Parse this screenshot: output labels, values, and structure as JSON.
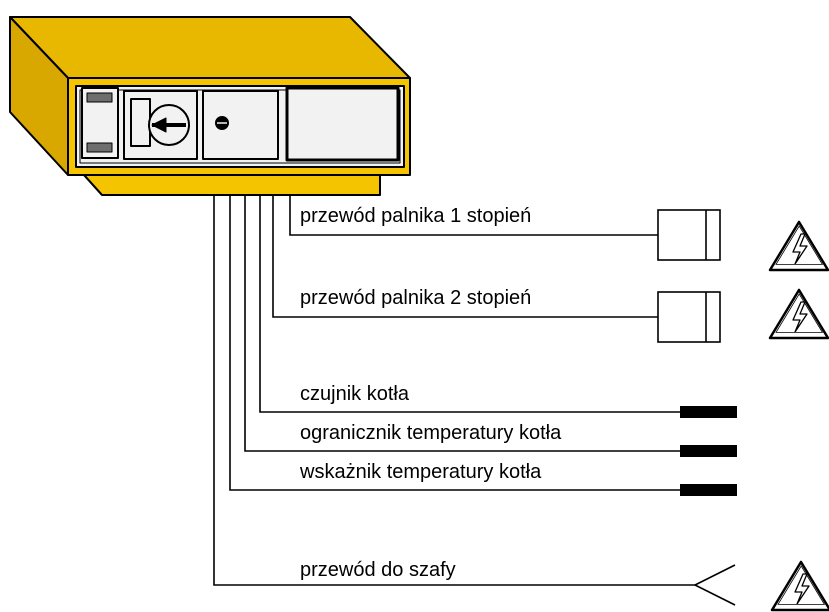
{
  "colors": {
    "housing_front": "#F5C400",
    "housing_top": "#E8B800",
    "housing_dark": "#D9A800",
    "panel": "#F2F2F2",
    "line": "#000000"
  },
  "wires": [
    {
      "label": "przewód palnika 1 stopień",
      "end": "relay-box",
      "warning": true
    },
    {
      "label": "przewód palnika 2 stopień",
      "end": "relay-box",
      "warning": true
    },
    {
      "label": "czujnik kotła",
      "end": "sensor-plug",
      "warning": false
    },
    {
      "label": "ogranicznik temperatury kotła",
      "end": "sensor-plug",
      "warning": false
    },
    {
      "label": "wskażnik temperatury kotła",
      "end": "sensor-plug",
      "warning": false
    },
    {
      "label": "przewód do szafy",
      "end": "open-cable",
      "warning": true
    }
  ],
  "icons": {
    "controller": "controller-housing-icon",
    "relay": "relay-box-icon",
    "sensor": "sensor-plug-icon",
    "cable": "open-cable-end-icon",
    "warning": "high-voltage-warning-icon"
  }
}
